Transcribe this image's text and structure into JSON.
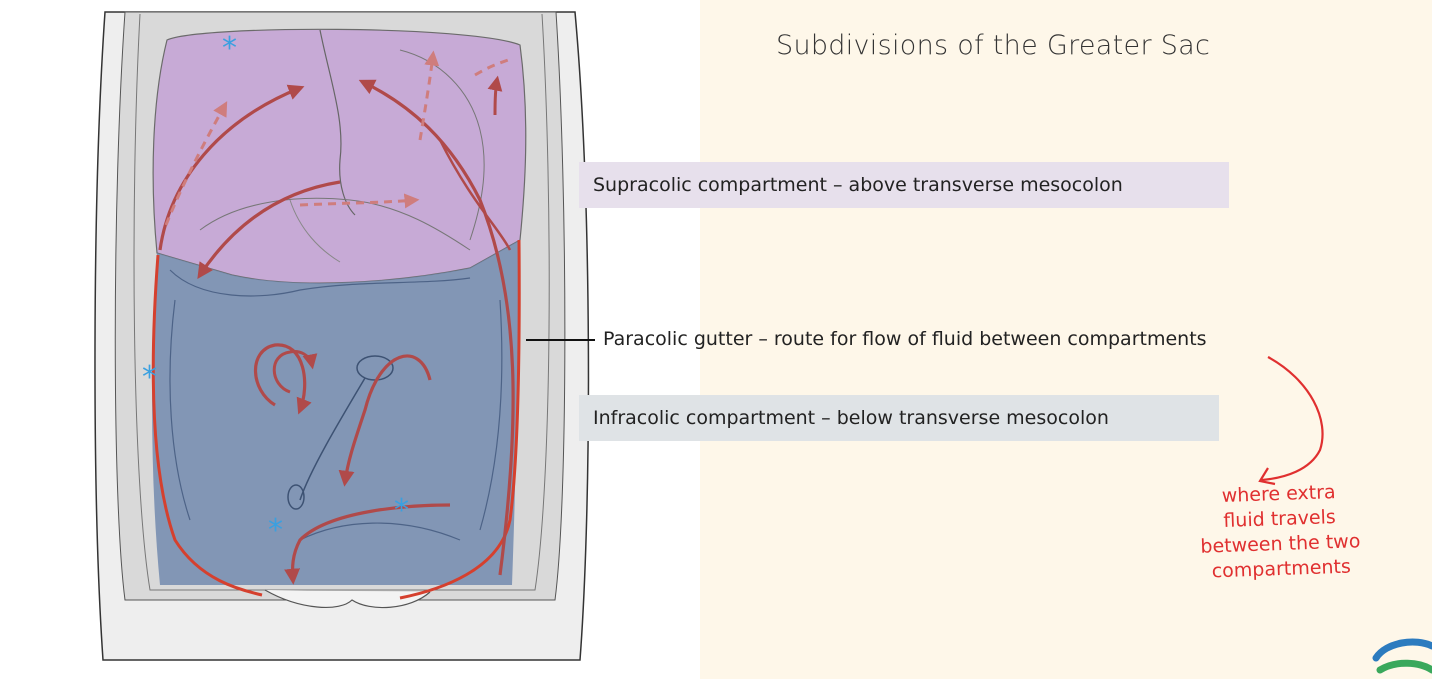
{
  "title": "Subdivisions of the Greater Sac",
  "labels": {
    "supracolic": "Supracolic compartment – above transverse mesocolon",
    "paracolic": "Paracolic gutter – route for flow of fluid between compartments",
    "infracolic": "Infracolic compartment – below transverse mesocolon"
  },
  "handwritten_note": [
    "where extra",
    "fluid travels",
    "between the two",
    "compartments"
  ],
  "colors": {
    "background": "#fef7e9",
    "supracolic_tint": "#c7a8d6",
    "infracolic_tint": "#6f88ad",
    "flow_arrows": "#b04a4a",
    "gutter_line": "#d5402e",
    "asterisk": "#3aa0e0",
    "handwriting": "#e03030"
  },
  "icons": [
    "asterisk-marker",
    "flow-arrow",
    "logo-mark"
  ]
}
